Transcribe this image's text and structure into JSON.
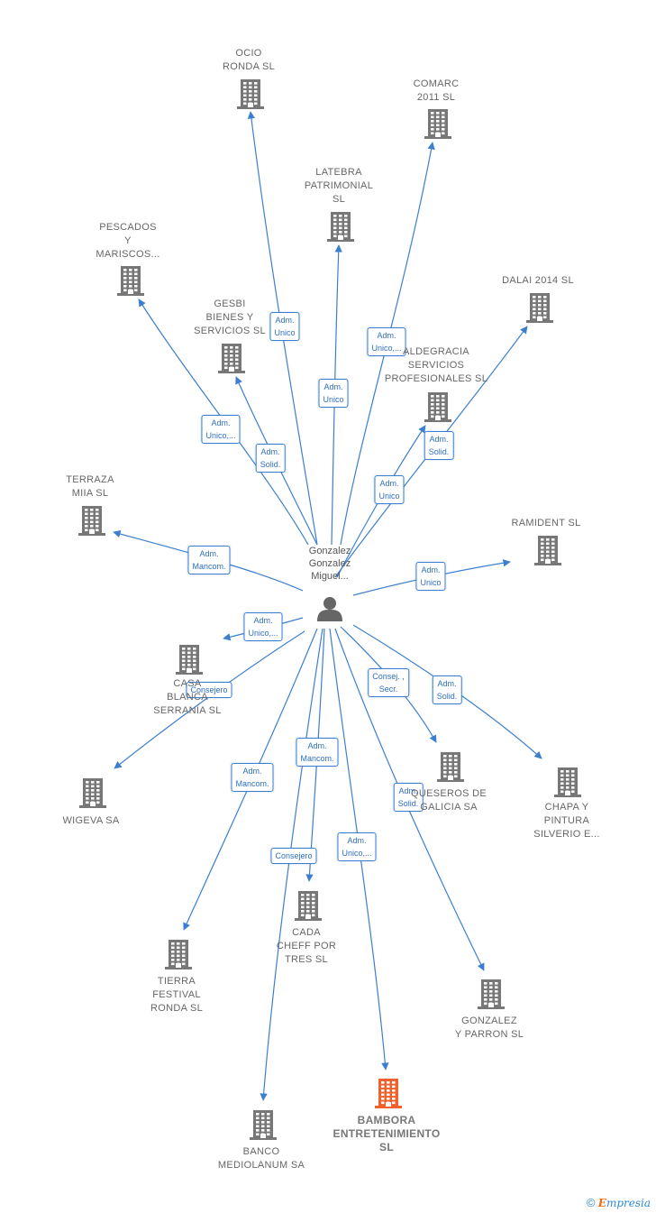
{
  "center": {
    "name": "Gonzalez\nGonzalez\nMiguel..."
  },
  "colors": {
    "edge": "#3d7fcf",
    "building": "#777777",
    "highlight": "#f0612b"
  },
  "nodes": [
    {
      "id": "ocio",
      "label": "OCIO\nRONDA  SL"
    },
    {
      "id": "comarc",
      "label": "COMARC\n2011 SL"
    },
    {
      "id": "latebra",
      "label": "LATEBRA\nPATRIMONIAL\nSL"
    },
    {
      "id": "pescados",
      "label": "PESCADOS\nY\nMARISCOS..."
    },
    {
      "id": "dalai",
      "label": "DALAI 2014  SL"
    },
    {
      "id": "gesbi",
      "label": "GESBI\nBIENES Y\nSERVICIOS  SL"
    },
    {
      "id": "aldegracia",
      "label": "ALDEGRACIA\nSERVICIOS\nPROFESIONALES SL"
    },
    {
      "id": "terraza",
      "label": "TERRAZA\nMIIA  SL"
    },
    {
      "id": "ramident",
      "label": "RAMIDENT  SL"
    },
    {
      "id": "casa",
      "label": "CASA\nBLANCA\nSERRANIA  SL"
    },
    {
      "id": "wigeva",
      "label": "WIGEVA SA"
    },
    {
      "id": "quesos",
      "label": "QUESEROS DE\nGALICIA SA"
    },
    {
      "id": "chapa",
      "label": "CHAPA Y\nPINTURA\nSILVERIO E..."
    },
    {
      "id": "cada",
      "label": "CADA\nCHEFF POR\nTRES SL"
    },
    {
      "id": "tierra",
      "label": "TIERRA\nFESTIVAL\nRONDA  SL"
    },
    {
      "id": "gonzalez",
      "label": "GONZALEZ\nY PARRON  SL"
    },
    {
      "id": "bambora",
      "label": "BAMBORA\nENTRETENIMIENTO\nSL"
    },
    {
      "id": "banco",
      "label": "BANCO\nMEDIOLANUM SA"
    }
  ],
  "edges": [
    {
      "target": "ocio",
      "label": "Adm.\nUnico"
    },
    {
      "target": "comarc",
      "label": "Adm.\nUnico,..."
    },
    {
      "target": "latebra",
      "label": "Adm.\nUnico"
    },
    {
      "target": "pescados",
      "label": "Adm.\nUnico,..."
    },
    {
      "target": "gesbi",
      "label": "Adm.\nSolid."
    },
    {
      "target": "dalai",
      "label": "Adm.\nSolid."
    },
    {
      "target": "aldegracia",
      "label": "Adm.\nUnico"
    },
    {
      "target": "terraza",
      "label": "Adm.\nMancom."
    },
    {
      "target": "ramident",
      "label": "Adm.\nUnico"
    },
    {
      "target": "casa",
      "label": "Adm.\nUnico,..."
    },
    {
      "target": "wigeva",
      "label": "Consejero"
    },
    {
      "target": "quesos",
      "label": "Consej. ,\nSecr."
    },
    {
      "target": "chapa",
      "label": "Adm.\nSolid."
    },
    {
      "target": "cada",
      "label": "Adm.\nMancom."
    },
    {
      "target": "tierra",
      "label": "Adm.\nMancom."
    },
    {
      "target": "gonzalez",
      "label": "Adm.\nSolid."
    },
    {
      "target": "bambora",
      "label": "Adm.\nUnico,..."
    },
    {
      "target": "banco",
      "label": "Consejero"
    }
  ],
  "footer": {
    "copyright": "©",
    "brand_first": "E",
    "brand_rest": "mpresia"
  }
}
